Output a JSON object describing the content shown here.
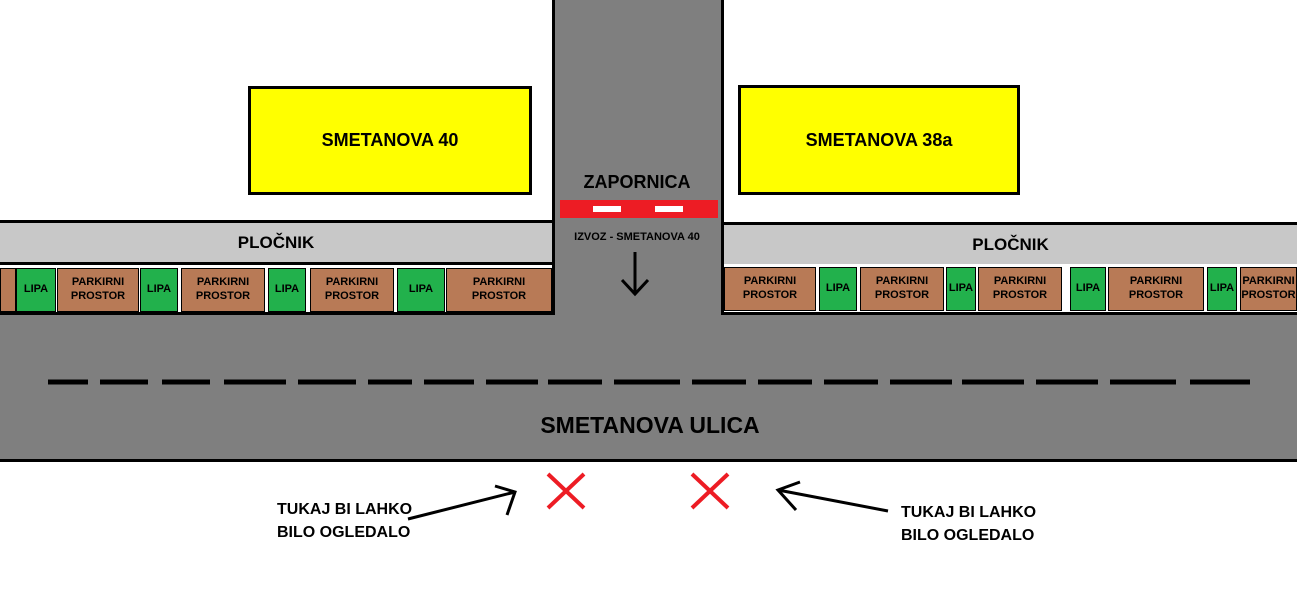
{
  "buildings": {
    "left": "SMETANOVA 40",
    "right": "SMETANOVA 38a"
  },
  "sidewalk": {
    "left": "PLOČNIK",
    "right": "PLOČNIK"
  },
  "barrier": {
    "label": "ZAPORNICA",
    "exit_label": "IZVOZ - SMETANOVA 40"
  },
  "street": {
    "name": "SMETANOVA ULICA"
  },
  "strip_left": [
    {
      "type": "park",
      "text": ""
    },
    {
      "type": "lipa",
      "text": "LIPA"
    },
    {
      "type": "park",
      "text": "PARKIRNI PROSTOR"
    },
    {
      "type": "lipa",
      "text": "LIPA"
    },
    {
      "type": "park",
      "text": "PARKIRNI PROSTOR"
    },
    {
      "type": "lipa",
      "text": "LIPA"
    },
    {
      "type": "park",
      "text": "PARKIRNI PROSTOR"
    },
    {
      "type": "lipa",
      "text": "LIPA"
    },
    {
      "type": "park",
      "text": "PARKIRNI PROSTOR"
    }
  ],
  "strip_right": [
    {
      "type": "park",
      "text": "PARKIRNI PROSTOR"
    },
    {
      "type": "lipa",
      "text": "LIPA"
    },
    {
      "type": "park",
      "text": "PARKIRNI PROSTOR"
    },
    {
      "type": "lipa",
      "text": "LIPA"
    },
    {
      "type": "park",
      "text": "PARKIRNI PROSTOR"
    },
    {
      "type": "lipa",
      "text": "LIPA"
    },
    {
      "type": "park",
      "text": "PARKIRNI PROSTOR"
    },
    {
      "type": "lipa",
      "text": "LIPA"
    },
    {
      "type": "park",
      "text": "PARKIRNI PROSTOR"
    }
  ],
  "notes": {
    "left": [
      "TUKAJ BI LAHKO",
      "BILO OGLEDALO"
    ],
    "right": [
      "TUKAJ BI LAHKO",
      "BILO OGLEDALO"
    ]
  },
  "colors": {
    "building": "#ffff00",
    "road": "#7f7f7f",
    "sidewalk": "#c8c8c8",
    "parking": "#b87a56",
    "tree": "#22b14c",
    "barrier": "#ed1c24",
    "mark": "#ed1c24"
  }
}
